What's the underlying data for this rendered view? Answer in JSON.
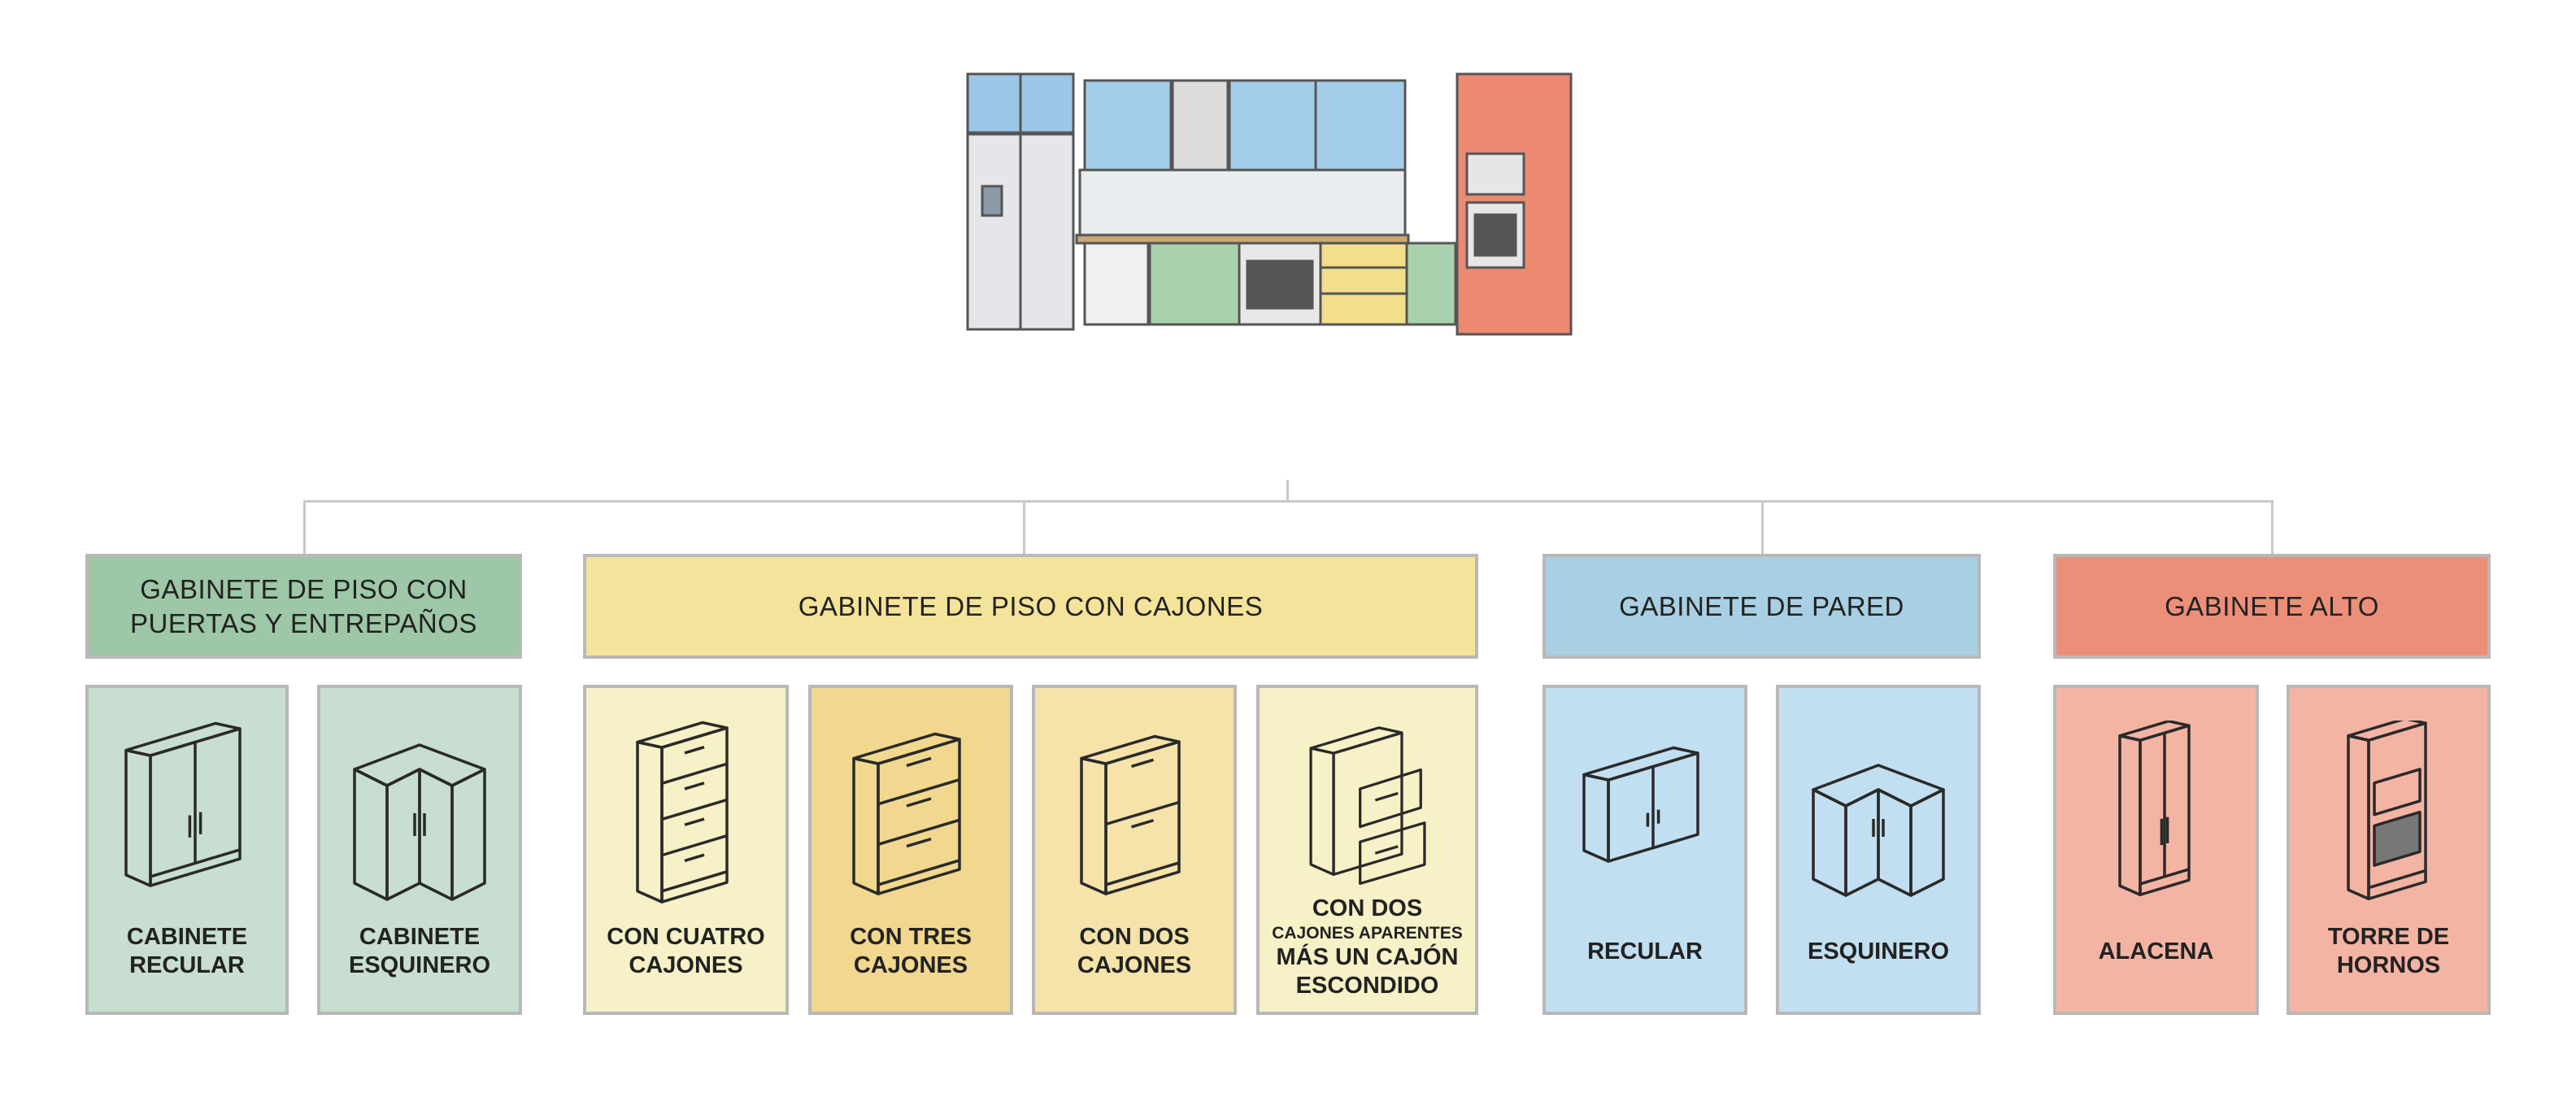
{
  "colors": {
    "green_header": "#9dc7a6",
    "green_card": "#c7ded0",
    "yellow_header": "#f4e39a",
    "yellow_cards": [
      "#f6f1c6",
      "#f1d88e",
      "#f5e3a9",
      "#f7f1c7"
    ],
    "blue_header": "#a9cfe2",
    "blue_card": "#c1dff0",
    "red_header": "#ec8f79",
    "red_card": "#f4b4a4"
  },
  "categories": [
    {
      "title": "GABINETE DE PISO CON\nPUERTAS Y ENTREPAÑOS",
      "items": [
        {
          "label": "CABINETE\nRECULAR",
          "icon": "base-cabinet-doors-icon"
        },
        {
          "label": "CABINETE\nESQUINERO",
          "icon": "corner-base-cabinet-icon"
        }
      ]
    },
    {
      "title": "GABINETE DE PISO CON CAJONES",
      "items": [
        {
          "label": "CON CUATRO\nCAJONES",
          "icon": "four-drawer-cabinet-icon"
        },
        {
          "label": "CON TRES\nCAJONES",
          "icon": "three-drawer-cabinet-icon"
        },
        {
          "label": "CON DOS\nCAJONES",
          "icon": "two-drawer-cabinet-icon"
        },
        {
          "label_top": "CON DOS",
          "label_mid": "CAJONES APARENTES",
          "label_bottom": "MÁS UN CAJÓN\nESCONDIDO",
          "icon": "open-drawer-cabinet-icon"
        }
      ]
    },
    {
      "title": "GABINETE DE PARED",
      "items": [
        {
          "label": "RECULAR",
          "icon": "wall-cabinet-icon"
        },
        {
          "label": "ESQUINERO",
          "icon": "corner-wall-cabinet-icon"
        }
      ]
    },
    {
      "title": "GABINETE ALTO",
      "items": [
        {
          "label": "ALACENA",
          "icon": "pantry-cabinet-icon"
        },
        {
          "label": "TORRE DE\nHORNOS",
          "icon": "oven-tower-icon"
        }
      ]
    }
  ]
}
